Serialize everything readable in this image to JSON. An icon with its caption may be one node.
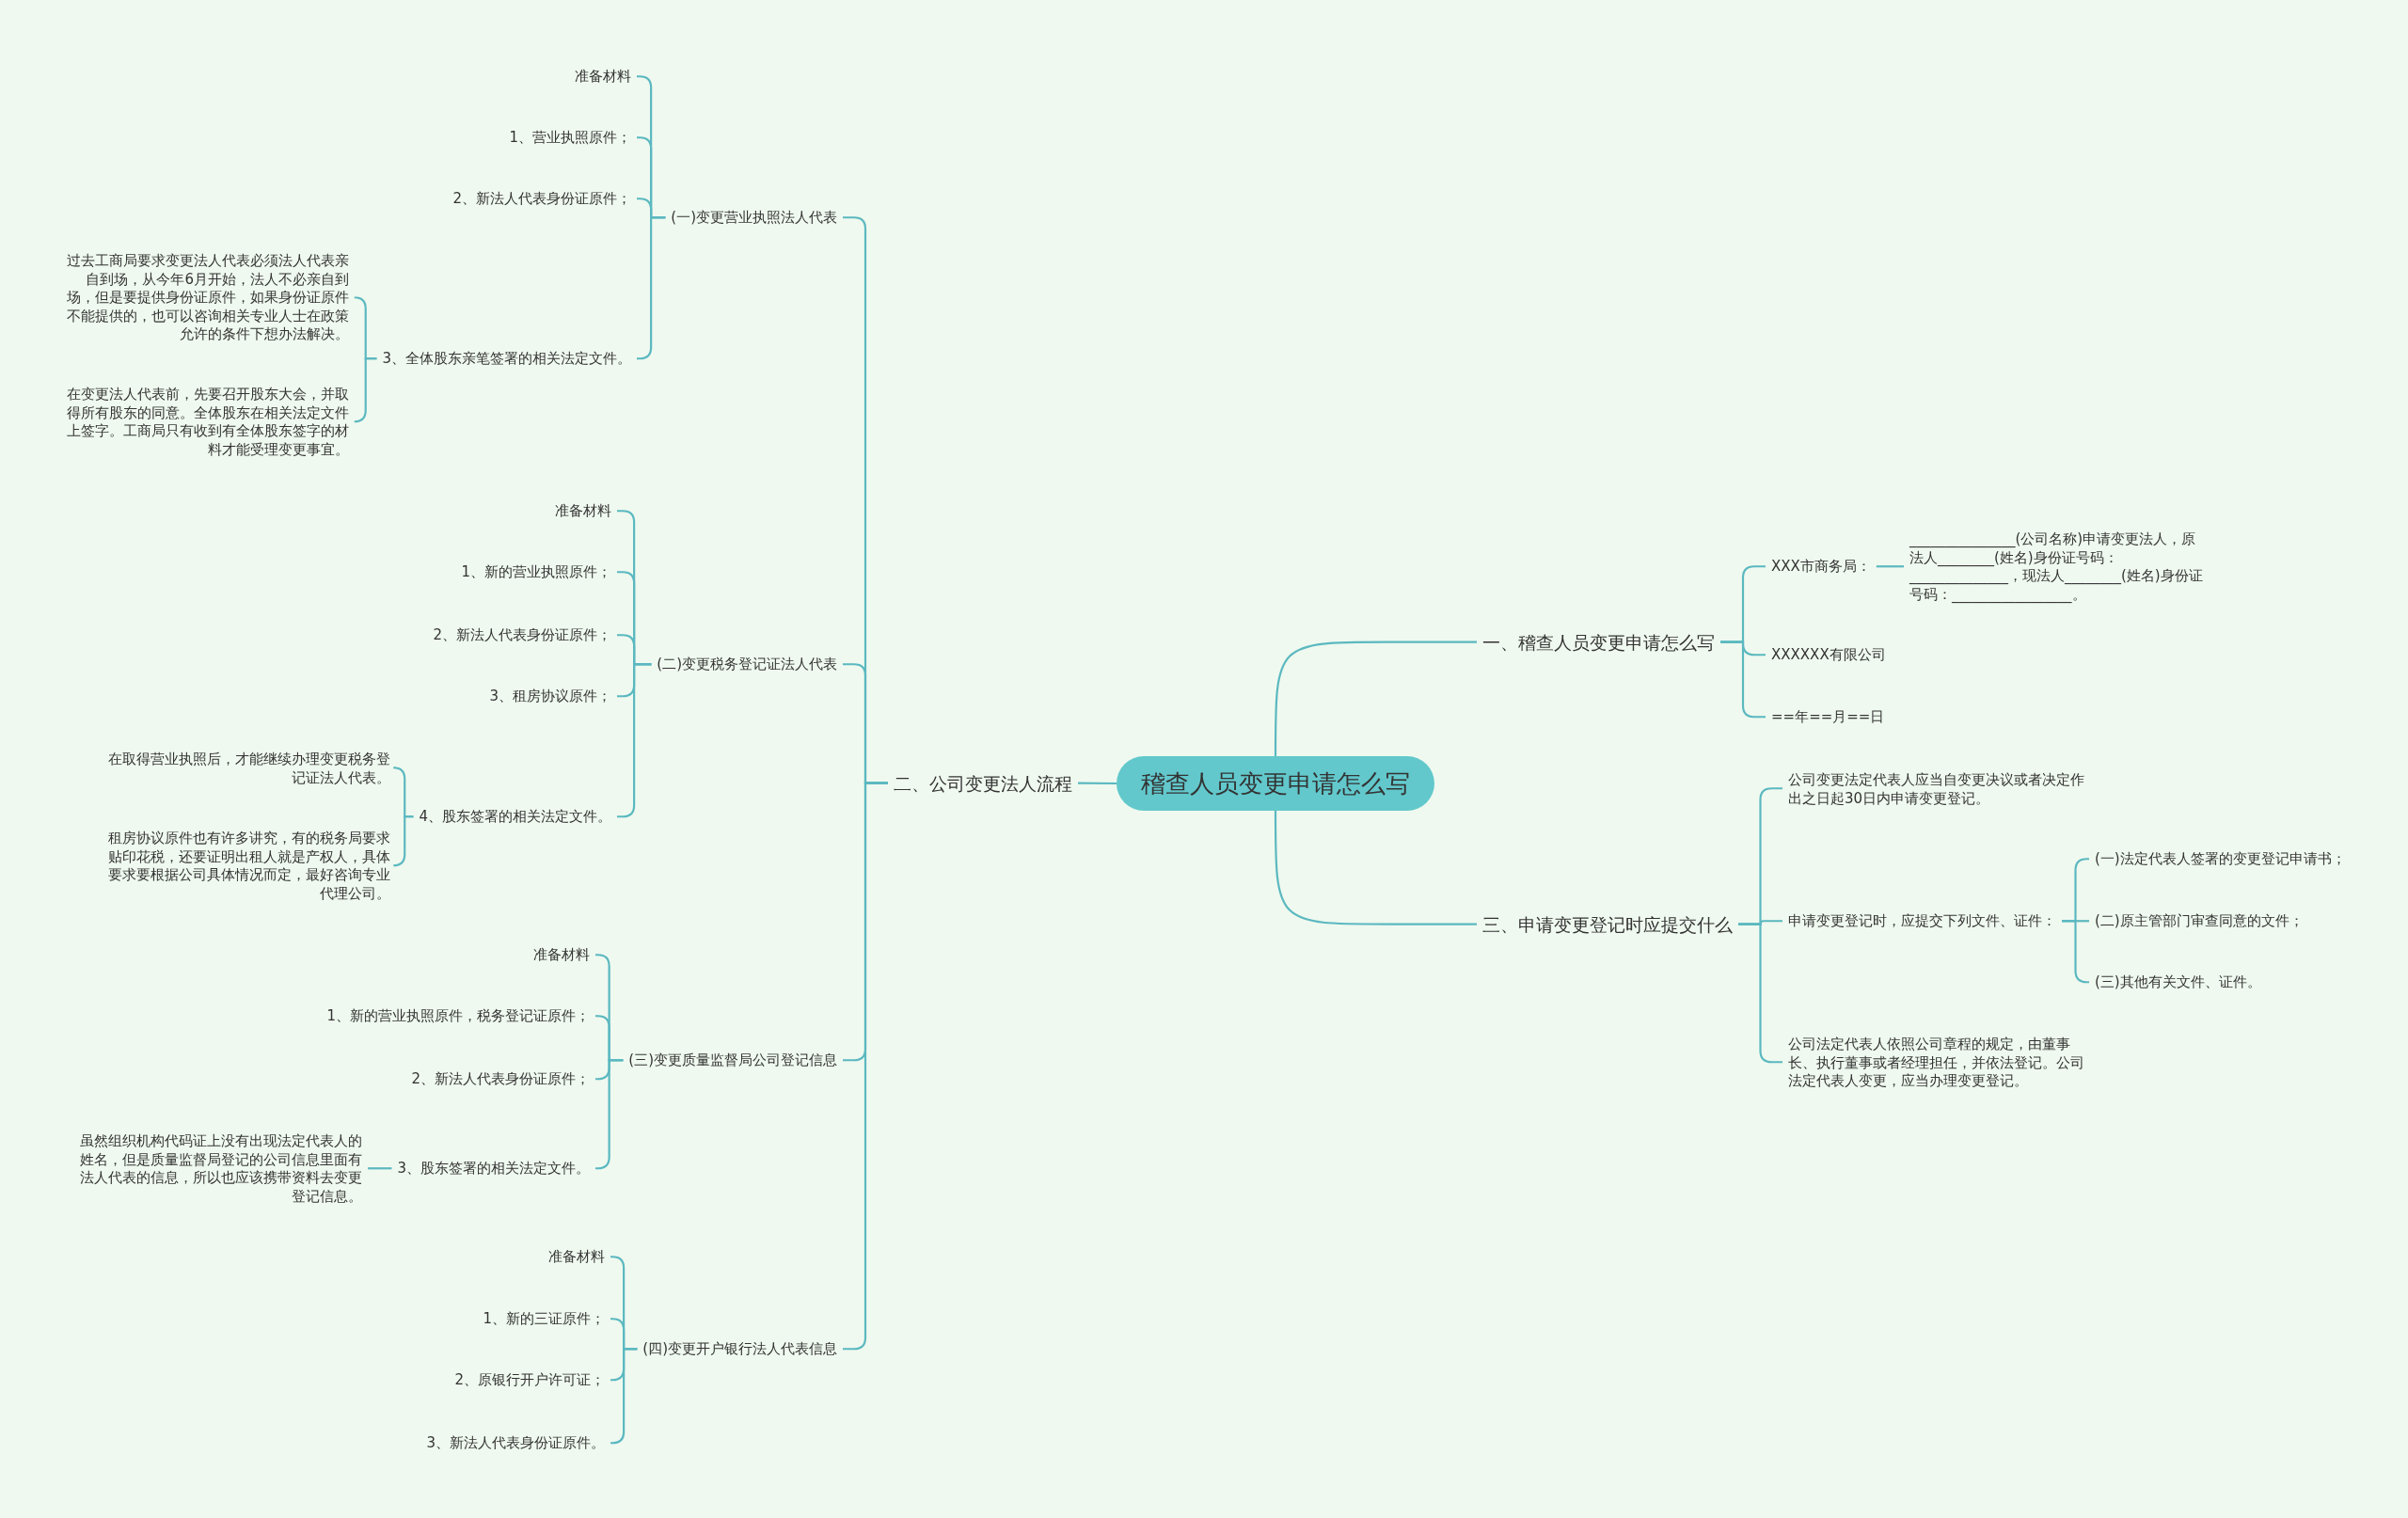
{
  "diagram": {
    "nodes": [
      {
        "text": [
          "稽查人员变更申请怎么写"
        ]
      },
      {
        "text": [
          "一、稽查人员变更申请怎么写"
        ]
      },
      {
        "text": [
          "XXX市商务局："
        ]
      },
      {
        "text": [
          "_______________(公司名称)申请变更法人，原法人________(姓名)身份证号码：______________，现法人________(姓名)身份证号码：_________________。"
        ]
      },
      {
        "text": [
          "XXXXXX有限公司"
        ]
      },
      {
        "text": [
          "==年==月==日"
        ]
      },
      {
        "text": [
          "二、公司变更法人流程"
        ]
      },
      {
        "text": [
          "(一)变更营业执照法人代表"
        ]
      },
      {
        "text": [
          "准备材料"
        ]
      },
      {
        "text": [
          "1、营业执照原件；"
        ]
      },
      {
        "text": [
          "2、新法人代表身份证原件；"
        ]
      },
      {
        "text": [
          "3、全体股东亲笔签署的相关法定文件。"
        ]
      },
      {
        "text": [
          "过去工商局要求变更法人代表必须法人代表亲自到场，从今年6月开始，法人不必亲自到场，但是要提供身份证原件，如果身份证原件不能提供的，也可以咨询相关专业人士在政策允许的条件下想办法解决。"
        ]
      },
      {
        "text": [
          "在变更法人代表前，先要召开股东大会，并取得所有股东的同意。全体股东在相关法定文件上签字。工商局只有收到有全体股东签字的材料才能受理变更事宜。"
        ]
      },
      {
        "text": [
          "(二)变更税务登记证法人代表"
        ]
      },
      {
        "text": [
          "准备材料"
        ]
      },
      {
        "text": [
          "1、新的营业执照原件；"
        ]
      },
      {
        "text": [
          "2、新法人代表身份证原件；"
        ]
      },
      {
        "text": [
          "3、租房协议原件；"
        ]
      },
      {
        "text": [
          "4、股东签署的相关法定文件。"
        ]
      },
      {
        "text": [
          "在取得营业执照后，才能继续办理变更税务登记证法人代表。"
        ]
      },
      {
        "text": [
          "租房协议原件也有许多讲究，有的税务局要求贴印花税，还要证明出租人就是产权人，具体要求要根据公司具体情况而定，最好咨询专业代理公司。"
        ]
      },
      {
        "text": [
          "(三)变更质量监督局公司登记信息"
        ]
      },
      {
        "text": [
          "准备材料"
        ]
      },
      {
        "text": [
          "1、新的营业执照原件，税务登记证原件；"
        ]
      },
      {
        "text": [
          "2、新法人代表身份证原件；"
        ]
      },
      {
        "text": [
          "3、股东签署的相关法定文件。"
        ]
      },
      {
        "text": [
          "虽然组织机构代码证上没有出现法定代表人的姓名，但是质量监督局登记的公司信息里面有法人代表的信息，所以也应该携带资料去变更登记信息。"
        ]
      },
      {
        "text": [
          "(四)变更开户银行法人代表信息"
        ]
      },
      {
        "text": [
          "准备材料"
        ]
      },
      {
        "text": [
          "1、新的三证原件；"
        ]
      },
      {
        "text": [
          "2、原银行开户许可证；"
        ]
      },
      {
        "text": [
          "3、新法人代表身份证原件。"
        ]
      },
      {
        "text": [
          "三、申请变更登记时应提交什么"
        ]
      },
      {
        "text": [
          "公司变更法定代表人应当自变更决议或者决定作出之日起30日内申请变更登记。"
        ]
      },
      {
        "text": [
          "申请变更登记时，应提交下列文件、证件："
        ]
      },
      {
        "text": [
          "(一)法定代表人签署的变更登记申请书；"
        ]
      },
      {
        "text": [
          "(二)原主管部门审查同意的文件；"
        ]
      },
      {
        "text": [
          "(三)其他有关文件、证件。"
        ]
      },
      {
        "text": [
          "公司法定代表人依照公司章程的规定，由董事长、执行董事或者经理担任，并依法登记。公司法定代表人变更，应当办理变更登记。"
        ]
      }
    ],
    "edges": [
      {
        "from": 0,
        "to": 1,
        "arrow": "none"
      },
      {
        "from": 1,
        "to": 2,
        "arrow": "none"
      },
      {
        "from": 2,
        "to": 3,
        "arrow": "none"
      },
      {
        "from": 1,
        "to": 4,
        "arrow": "none"
      },
      {
        "from": 1,
        "to": 5,
        "arrow": "none"
      },
      {
        "from": 0,
        "to": 6,
        "arrow": "none"
      },
      {
        "from": 6,
        "to": 7,
        "arrow": "none"
      },
      {
        "from": 7,
        "to": 8,
        "arrow": "none"
      },
      {
        "from": 7,
        "to": 9,
        "arrow": "none"
      },
      {
        "from": 7,
        "to": 10,
        "arrow": "none"
      },
      {
        "from": 7,
        "to": 11,
        "arrow": "none"
      },
      {
        "from": 11,
        "to": 12,
        "arrow": "none"
      },
      {
        "from": 11,
        "to": 13,
        "arrow": "none"
      },
      {
        "from": 6,
        "to": 14,
        "arrow": "none"
      },
      {
        "from": 14,
        "to": 15,
        "arrow": "none"
      },
      {
        "from": 14,
        "to": 16,
        "arrow": "none"
      },
      {
        "from": 14,
        "to": 17,
        "arrow": "none"
      },
      {
        "from": 14,
        "to": 18,
        "arrow": "none"
      },
      {
        "from": 14,
        "to": 19,
        "arrow": "none"
      },
      {
        "from": 19,
        "to": 20,
        "arrow": "none"
      },
      {
        "from": 19,
        "to": 21,
        "arrow": "none"
      },
      {
        "from": 6,
        "to": 22,
        "arrow": "none"
      },
      {
        "from": 22,
        "to": 23,
        "arrow": "none"
      },
      {
        "from": 22,
        "to": 24,
        "arrow": "none"
      },
      {
        "from": 22,
        "to": 25,
        "arrow": "none"
      },
      {
        "from": 22,
        "to": 26,
        "arrow": "none"
      },
      {
        "from": 26,
        "to": 27,
        "arrow": "none"
      },
      {
        "from": 6,
        "to": 28,
        "arrow": "none"
      },
      {
        "from": 28,
        "to": 29,
        "arrow": "none"
      },
      {
        "from": 28,
        "to": 30,
        "arrow": "none"
      },
      {
        "from": 28,
        "to": 31,
        "arrow": "none"
      },
      {
        "from": 28,
        "to": 32,
        "arrow": "none"
      },
      {
        "from": 0,
        "to": 33,
        "arrow": "none"
      },
      {
        "from": 33,
        "to": 34,
        "arrow": "none"
      },
      {
        "from": 33,
        "to": 35,
        "arrow": "none"
      },
      {
        "from": 35,
        "to": 36,
        "arrow": "none"
      },
      {
        "from": 35,
        "to": 37,
        "arrow": "none"
      },
      {
        "from": 35,
        "to": 38,
        "arrow": "none"
      },
      {
        "from": 33,
        "to": 39,
        "arrow": "none"
      }
    ]
  }
}
